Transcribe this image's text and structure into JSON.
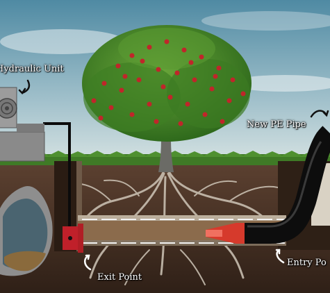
{
  "labels": {
    "hydraulic_unit": "Hydraulic Unit",
    "new_pe_pipe": "New PE Pipe",
    "exit_point": "Exit Point",
    "entry_point": "Entry Po"
  },
  "colors": {
    "sky_top": "#5c92a8",
    "sky_bottom": "#c9d9dc",
    "grass": "#3f7a26",
    "soil": "#4a3424",
    "pipe_black": "#0d0d0d",
    "apple_red": "#c0262a",
    "bursting_head": "#d63a2c"
  }
}
